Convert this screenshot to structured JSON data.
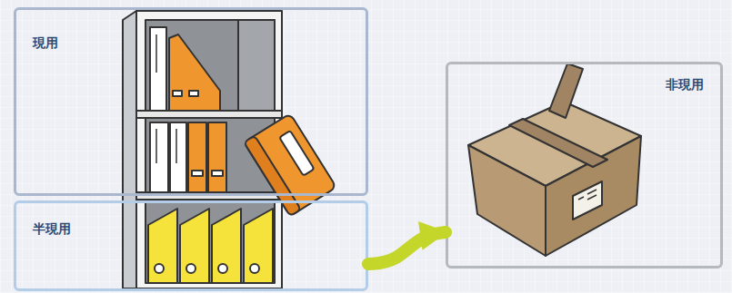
{
  "diagram": {
    "nodes": [
      {
        "text": [
          "現用"
        ]
      },
      {
        "text": [
          "半現用"
        ]
      },
      {
        "text": [
          "非現用"
        ]
      }
    ],
    "edges": [
      {
        "from": 1,
        "to": 2,
        "arrow": "to"
      }
    ]
  }
}
